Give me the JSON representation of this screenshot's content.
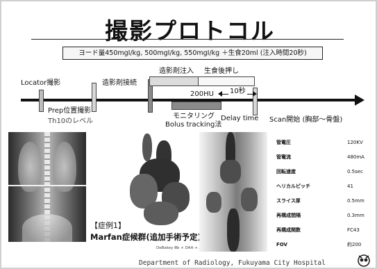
{
  "title": "撮影プロトコル",
  "contrast_info": "ヨード量450mgI/kg, 500mgI/kg, 550mgI/kg ＋生食20ml (注入時間20秒)",
  "timeline": {
    "locator": "Locator撮影",
    "prep": "Prep位置撮影",
    "th10": "Th10のレベル",
    "connect": "造影剤接続",
    "contrast_injection": "造影剤注入",
    "saline_flush": "生食後押し",
    "threshold": "200HU",
    "delay_seconds": "10秒",
    "monitoring": "モニタリング",
    "bolus": "Bolus tracking法",
    "delay_time": "Delay time",
    "scan_start": "Scan開始 (胸部〜骨盤)"
  },
  "case": {
    "label": "【症例1】",
    "diagnosis": "Marfan症候群(追加手術予定)",
    "note": "DeBakey Ⅲb + DAA + AR"
  },
  "parameters": [
    {
      "name": "管電圧",
      "value": "120KV"
    },
    {
      "name": "管電流",
      "value": "480mA"
    },
    {
      "name": "回転速度",
      "value": "0.5sec"
    },
    {
      "name": "ヘリカルピッチ",
      "value": "41"
    },
    {
      "name": "スライス厚",
      "value": "0.5mm"
    },
    {
      "name": "再構成間隔",
      "value": "0.3mm"
    },
    {
      "name": "再構成関数",
      "value": "FC43"
    },
    {
      "name": "FOV",
      "value": "約200"
    }
  ],
  "footer": "Department of Radiology, Fukuyama City Hospital",
  "icons": {
    "logo": "owl-logo-icon"
  },
  "colors": {
    "bar_dark": "#8a8a8a",
    "bar_light": "#dcdcdc",
    "text": "#111111"
  }
}
